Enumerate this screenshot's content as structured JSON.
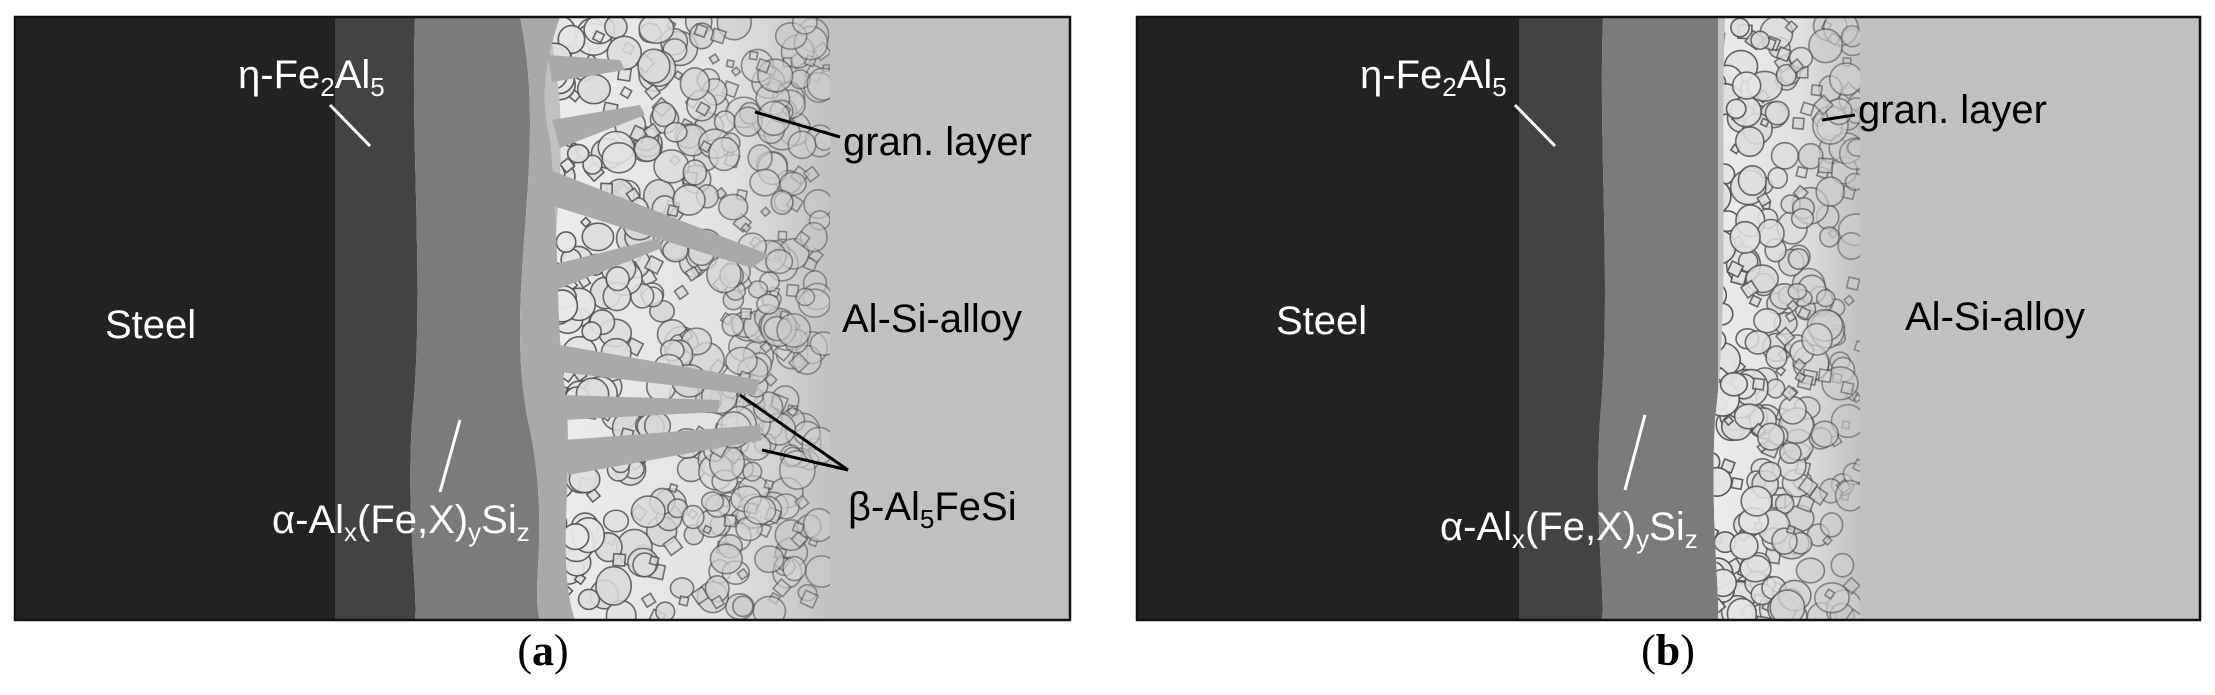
{
  "panels": [
    {
      "id": "a",
      "caption_open": "(",
      "caption_letter": "a",
      "caption_close": ")",
      "labels": {
        "steel": "Steel",
        "alloy": "Al-Si-alloy",
        "gran_layer": "gran. layer",
        "eta_main": "η-Fe",
        "eta_sub1": "2",
        "eta_mid": "Al",
        "eta_sub2": "5",
        "alpha_main": "α-Al",
        "alpha_sub1": "x",
        "alpha_mid": "(Fe,X)",
        "alpha_sub2": "y",
        "alpha_si": "Si",
        "alpha_sub3": "z",
        "beta_main": "β-Al",
        "beta_sub": "5",
        "beta_rest": "FeSi"
      }
    },
    {
      "id": "b",
      "caption_open": "(",
      "caption_letter": "b",
      "caption_close": ")",
      "labels": {
        "steel": "Steel",
        "alloy": "Al-Si-alloy",
        "gran_layer": "gran. layer",
        "eta_main": "η-Fe",
        "eta_sub1": "2",
        "eta_mid": "Al",
        "eta_sub2": "5",
        "alpha_main": "α-Al",
        "alpha_sub1": "x",
        "alpha_mid": "(Fe,X)",
        "alpha_sub2": "y",
        "alpha_si": "Si",
        "alpha_sub3": "z"
      }
    }
  ],
  "colors": {
    "steel": "#222222",
    "eta_layer": "#434343",
    "alpha_layer": "#7b7b7b",
    "beta_phase": "#a9a9a9",
    "granular_fill": "#ededed",
    "granule_stroke": "#555555",
    "alloy": "#c1c1c1"
  }
}
